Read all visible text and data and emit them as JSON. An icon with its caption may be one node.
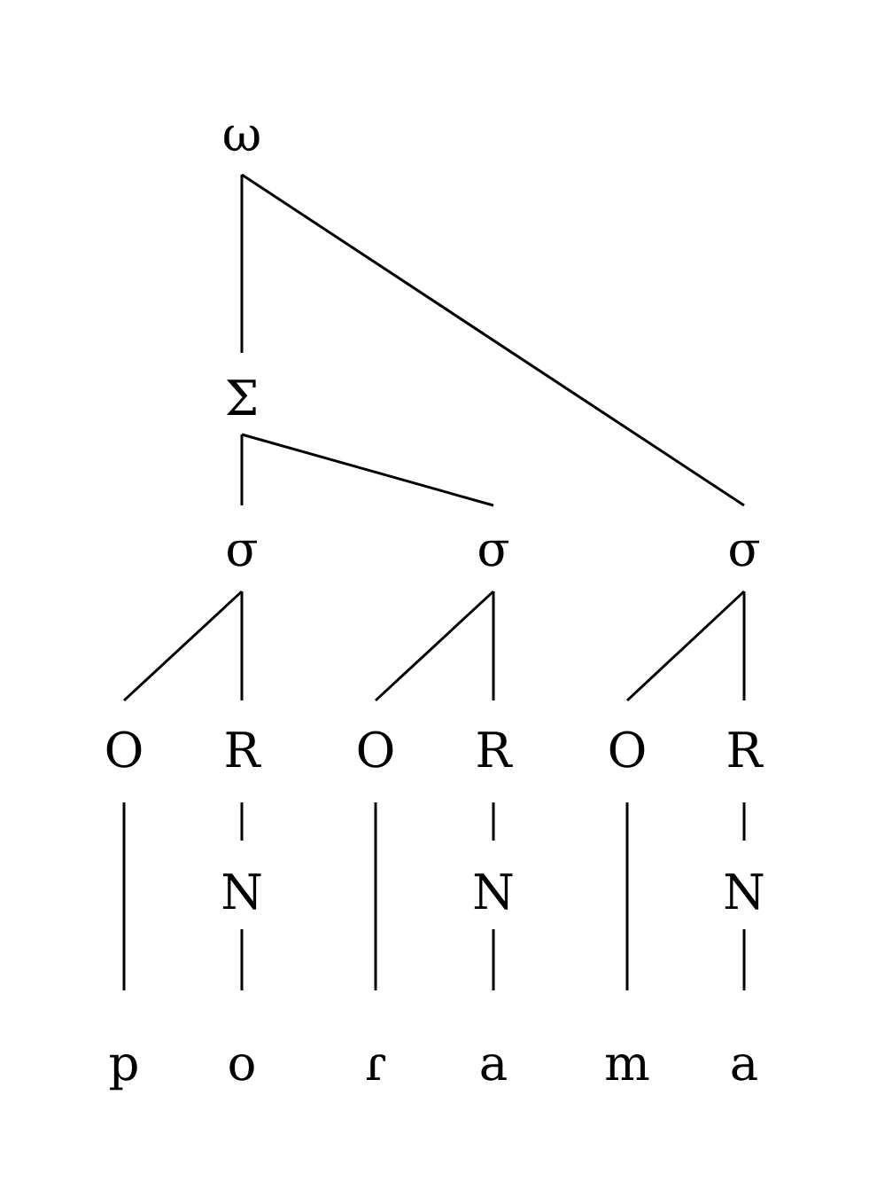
{
  "diagram": {
    "nodes": [
      {
        "text": [
          "ω"
        ]
      },
      {
        "text": [
          "Σ"
        ]
      },
      {
        "text": [
          "σ"
        ]
      },
      {
        "text": [
          "σ"
        ]
      },
      {
        "text": [
          "σ"
        ]
      },
      {
        "text": [
          "O"
        ]
      },
      {
        "text": [
          "R"
        ]
      },
      {
        "text": [
          "O"
        ]
      },
      {
        "text": [
          "R"
        ]
      },
      {
        "text": [
          "O"
        ]
      },
      {
        "text": [
          "R"
        ]
      },
      {
        "text": [
          "N"
        ]
      },
      {
        "text": [
          "N"
        ]
      },
      {
        "text": [
          "N"
        ]
      },
      {
        "text": [
          "p"
        ]
      },
      {
        "text": [
          "o"
        ]
      },
      {
        "text": [
          "ɾ"
        ]
      },
      {
        "text": [
          "a"
        ]
      },
      {
        "text": [
          "m"
        ]
      },
      {
        "text": [
          "a"
        ]
      }
    ],
    "edges": [
      {
        "from": 0,
        "to": 1,
        "arrow": "none"
      },
      {
        "from": 0,
        "to": 4,
        "arrow": "none"
      },
      {
        "from": 1,
        "to": 2,
        "arrow": "none"
      },
      {
        "from": 1,
        "to": 3,
        "arrow": "none"
      },
      {
        "from": 2,
        "to": 5,
        "arrow": "none"
      },
      {
        "from": 2,
        "to": 6,
        "arrow": "none"
      },
      {
        "from": 3,
        "to": 7,
        "arrow": "none"
      },
      {
        "from": 3,
        "to": 8,
        "arrow": "none"
      },
      {
        "from": 4,
        "to": 9,
        "arrow": "none"
      },
      {
        "from": 4,
        "to": 10,
        "arrow": "none"
      },
      {
        "from": 5,
        "to": 14,
        "arrow": "none"
      },
      {
        "from": 6,
        "to": 11,
        "arrow": "none"
      },
      {
        "from": 11,
        "to": 15,
        "arrow": "none"
      },
      {
        "from": 7,
        "to": 16,
        "arrow": "none"
      },
      {
        "from": 8,
        "to": 12,
        "arrow": "none"
      },
      {
        "from": 12,
        "to": 17,
        "arrow": "none"
      },
      {
        "from": 9,
        "to": 18,
        "arrow": "none"
      },
      {
        "from": 10,
        "to": 13,
        "arrow": "none"
      },
      {
        "from": 13,
        "to": 19,
        "arrow": "none"
      }
    ]
  }
}
